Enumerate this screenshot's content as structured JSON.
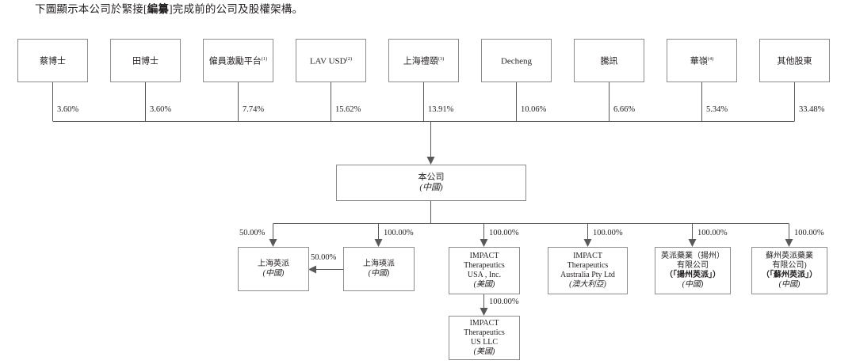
{
  "intro": {
    "before": "下圖顯示本公司於緊接[",
    "bold": "編纂",
    "after": "]完成前的公司及股權架構。"
  },
  "diagram": {
    "type": "corporate-ownership-structure",
    "colors": {
      "text": "#231f20",
      "box_border": "#8d8d8d",
      "line": "#58595b",
      "background": "#ffffff"
    },
    "shareholders": [
      {
        "name": "蔡博士",
        "note": "",
        "pct": "3.60%"
      },
      {
        "name": "田博士",
        "note": "",
        "pct": "3.60%"
      },
      {
        "name": "僱員激勵平台",
        "note": "(1)",
        "pct": "7.74%"
      },
      {
        "name": "LAV USD",
        "note": "(2)",
        "pct": "15.62%"
      },
      {
        "name": "上海禮頤",
        "note": "(3)",
        "pct": "13.91%"
      },
      {
        "name": "Decheng",
        "note": "",
        "pct": "10.06%"
      },
      {
        "name": "騰訊",
        "note": "",
        "pct": "6.66%"
      },
      {
        "name": "華嶺",
        "note": "(4)",
        "pct": "5.34%"
      },
      {
        "name": "其他股東",
        "note": "",
        "pct": "33.48%"
      }
    ],
    "company": {
      "name": "本公司",
      "jurisdiction": "(中國)"
    },
    "subsidiaries": [
      {
        "id": "shanghai-yingpai",
        "lines": [
          "上海英派"
        ],
        "jurisdiction": "(中國)",
        "pct": "50.00%"
      },
      {
        "id": "shanghai-yingpai-alt",
        "lines": [
          "上海瑛派"
        ],
        "jurisdiction": "(中國)",
        "pct": "100.00%"
      },
      {
        "id": "impact-usa",
        "lines": [
          "IMPACT",
          "Therapeutics",
          "USA , Inc."
        ],
        "jurisdiction": "(美國)",
        "pct": "100.00%"
      },
      {
        "id": "impact-australia",
        "lines": [
          "IMPACT",
          "Therapeutics",
          "Australia Pty Ltd"
        ],
        "jurisdiction": "(澳大利亞)",
        "pct": "100.00%"
      },
      {
        "id": "yangzhou-yingpai",
        "lines": [
          "英派藥業（揚州）",
          "有限公司"
        ],
        "short_name": "（「揚州英派」）",
        "jurisdiction": "(中國)",
        "pct": "100.00%"
      },
      {
        "id": "suzhou-yingpai",
        "lines": [
          "蘇州英派藥業",
          "有限公司)"
        ],
        "short_name": "（「蘇州英派」）",
        "jurisdiction": "(中國)",
        "pct": "100.00%"
      }
    ],
    "cross_link": {
      "from": "上海瑛派",
      "to": "上海英派",
      "pct": "50.00%"
    },
    "grandchild": {
      "id": "impact-us-llc",
      "parent": "impact-usa",
      "lines": [
        "IMPACT",
        "Therapeutics",
        "US LLC"
      ],
      "jurisdiction": "(美國)",
      "pct": "100.00%"
    }
  }
}
